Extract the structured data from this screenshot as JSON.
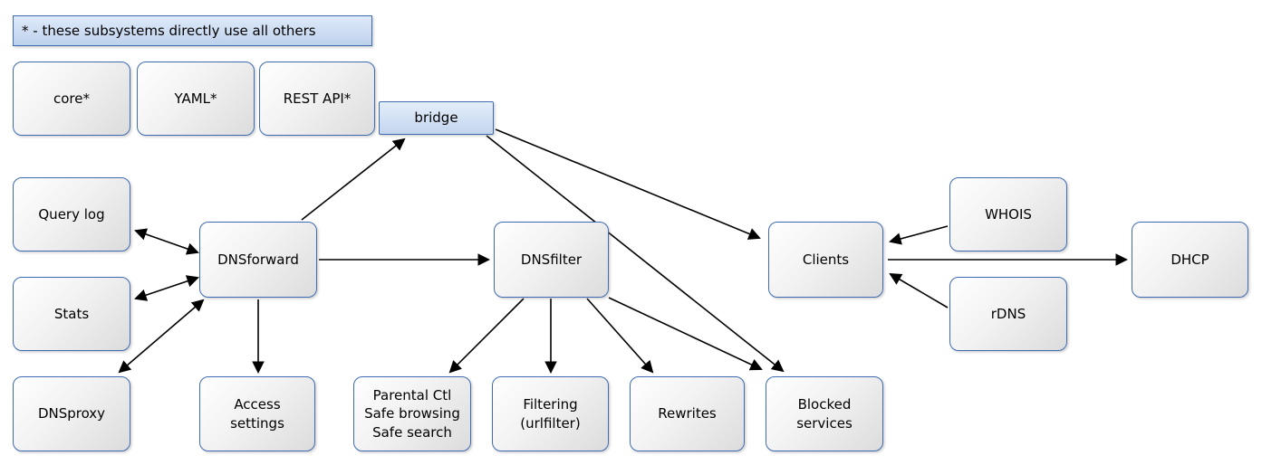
{
  "diagram": {
    "legend": "* - these subsystems directly use all others",
    "colors": {
      "node_border": "#3f6cb0",
      "gray_fill": "#e6e6e6",
      "blue_fill": "#c3d5ee",
      "edge": "#000000"
    },
    "nodes": {
      "core": {
        "label": "core*"
      },
      "yaml": {
        "label": "YAML*"
      },
      "rest_api": {
        "label": "REST API*"
      },
      "bridge": {
        "label": "bridge"
      },
      "query_log": {
        "label": "Query log"
      },
      "stats": {
        "label": "Stats"
      },
      "dnsproxy": {
        "label": "DNSproxy"
      },
      "dnsforward": {
        "label": "DNSforward"
      },
      "access_settings": {
        "label": "Access\nsettings"
      },
      "dnsfilter": {
        "label": "DNSfilter"
      },
      "parental": {
        "label": "Parental Ctl\nSafe browsing\nSafe search"
      },
      "filtering": {
        "label": "Filtering\n(urlfilter)"
      },
      "rewrites": {
        "label": "Rewrites"
      },
      "blocked_services": {
        "label": "Blocked\nservices"
      },
      "clients": {
        "label": "Clients"
      },
      "whois": {
        "label": "WHOIS"
      },
      "rdns": {
        "label": "rDNS"
      },
      "dhcp": {
        "label": "DHCP"
      }
    },
    "edges": [
      {
        "from": "dnsforward",
        "to": "bridge",
        "bidirectional": false
      },
      {
        "from": "bridge",
        "to": "clients",
        "bidirectional": false
      },
      {
        "from": "bridge",
        "to": "blocked_services",
        "bidirectional": false
      },
      {
        "from": "dnsforward",
        "to": "query_log",
        "bidirectional": true
      },
      {
        "from": "dnsforward",
        "to": "stats",
        "bidirectional": true
      },
      {
        "from": "dnsforward",
        "to": "dnsproxy",
        "bidirectional": true
      },
      {
        "from": "dnsforward",
        "to": "access_settings",
        "bidirectional": false
      },
      {
        "from": "dnsforward",
        "to": "dnsfilter",
        "bidirectional": false
      },
      {
        "from": "dnsfilter",
        "to": "parental",
        "bidirectional": false
      },
      {
        "from": "dnsfilter",
        "to": "filtering",
        "bidirectional": false
      },
      {
        "from": "dnsfilter",
        "to": "rewrites",
        "bidirectional": false
      },
      {
        "from": "dnsfilter",
        "to": "blocked_services",
        "bidirectional": false
      },
      {
        "from": "whois",
        "to": "clients",
        "bidirectional": false
      },
      {
        "from": "rdns",
        "to": "clients",
        "bidirectional": false
      },
      {
        "from": "clients",
        "to": "dhcp",
        "bidirectional": false
      }
    ]
  }
}
